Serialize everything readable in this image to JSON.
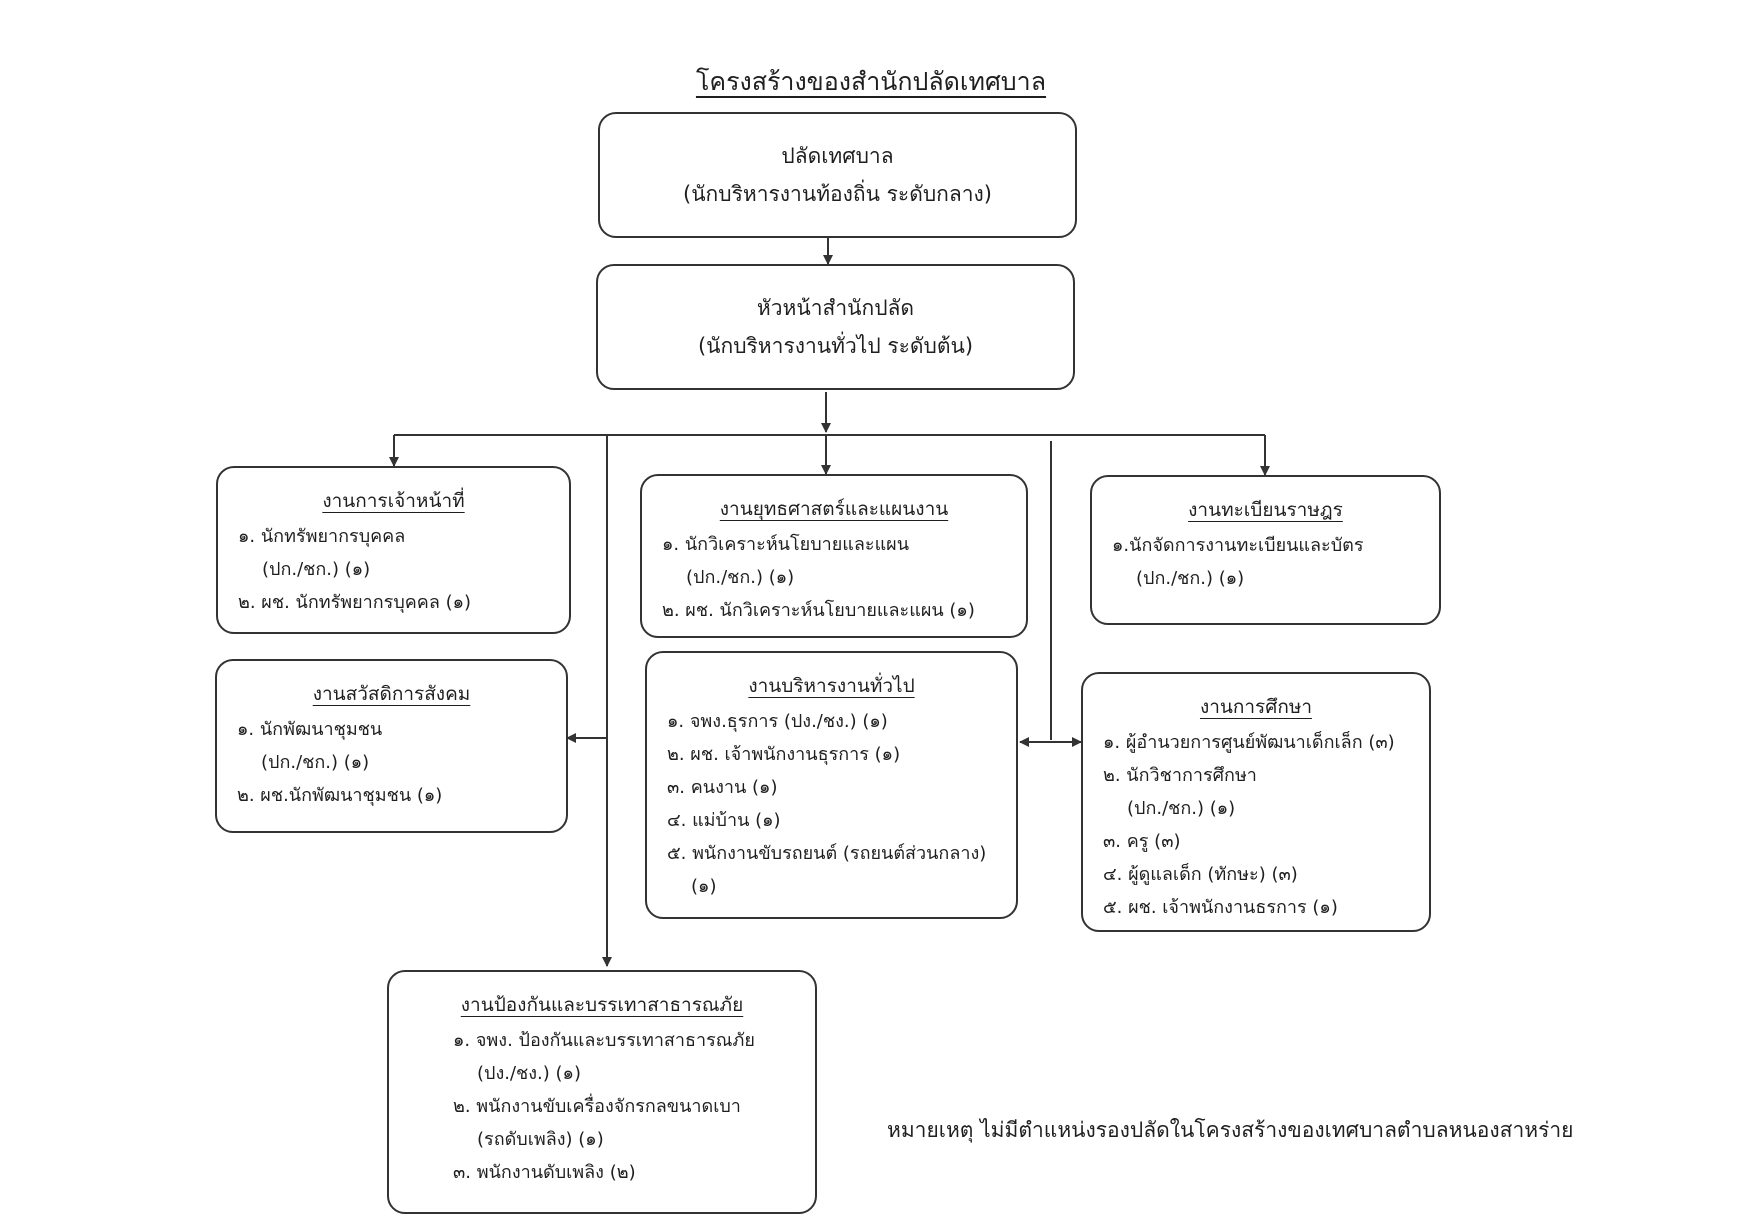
{
  "title": "โครงสร้างของสำนักปลัดเทศบาล",
  "top_box": {
    "line1": "ปลัดเทศบาล",
    "line2": "(นักบริหารงานท้องถิ่น  ระดับกลาง)"
  },
  "head_box": {
    "line1": "หัวหน้าสำนักปลัด",
    "line2": "(นักบริหารงานทั่วไป  ระดับต้น)"
  },
  "units": {
    "personnel": {
      "title": "งานการเจ้าหน้าที่",
      "lines": [
        "๑. นักทรัพยากรบุคคล",
        "(ปก./ชก.)  (๑)",
        "๒. ผช. นักทรัพยากรบุคคล    (๑)"
      ]
    },
    "strategy": {
      "title": "งานยุทธศาสตร์และแผนงาน",
      "lines": [
        "๑. นักวิเคราะห์นโยบายและแผน",
        "(ปก./ชก.)  (๑)",
        "๒. ผช. นักวิเคราะห์นโยบายและแผน     (๑)"
      ]
    },
    "registration": {
      "title": "งานทะเบียนราษฎร",
      "lines": [
        "๑.นักจัดการงานทะเบียนและบัตร",
        "(ปก./ชก.)    (๑)"
      ]
    },
    "welfare": {
      "title": "งานสวัสดิการสังคม",
      "lines": [
        "๑. นักพัฒนาชุมชน",
        "(ปก./ชก.)  (๑)",
        "๒. ผช.นักพัฒนาชุมชน  (๑)"
      ]
    },
    "general": {
      "title": "งานบริหารงานทั่วไป",
      "lines": [
        "๑. จพง.ธุรการ     (ปง./ชง.)  (๑)",
        "๒. ผช. เจ้าพนักงานธุรการ  (๑)",
        "๓. คนงาน (๑)",
        "๔. แม่บ้าน (๑)",
        "๕. พนักงานขับรถยนต์ (รถยนต์ส่วนกลาง)",
        "(๑)"
      ]
    },
    "education": {
      "title": "งานการศึกษา",
      "lines": [
        "๑. ผู้อำนวยการศูนย์พัฒนาเด็กเล็ก (๓)",
        "๒. นักวิชาการศึกษา",
        "(ปก./ชก.)  (๑)",
        "๓. ครู   (๓)",
        "๔. ผู้ดูแลเด็ก  (ทักษะ)  (๓)",
        "๕. ผช. เจ้าพนักงานธรการ  (๑)"
      ]
    },
    "disaster": {
      "title": "งานป้องกันและบรรเทาสาธารณภัย",
      "lines": [
        "๑. จพง. ป้องกันและบรรเทาสาธารณภัย",
        "(ปง./ชง.)  (๑)",
        "๒. พนักงานขับเครื่องจักรกลขนาดเบา",
        "(รถดับเพลิง)  (๑)",
        "๓. พนักงานดับเพลิง   (๒)"
      ]
    }
  },
  "note": "หมายเหตุ ไม่มีตำแหน่งรองปลัดในโครงสร้างของเทศบาลตำบลหนองสาหร่าย"
}
